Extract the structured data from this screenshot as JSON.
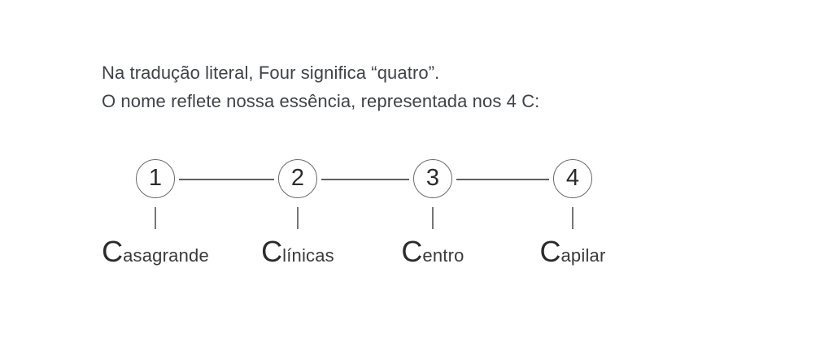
{
  "intro": {
    "line1": "Na tradução literal, Four significa “quatro”.",
    "line2": "O nome reflete nossa essência, representada nos 4 C:"
  },
  "diagram": {
    "nodes": [
      {
        "number": "1",
        "initial": "C",
        "rest": "asagrande"
      },
      {
        "number": "2",
        "initial": "C",
        "rest": "línicas"
      },
      {
        "number": "3",
        "initial": "C",
        "rest": "entro"
      },
      {
        "number": "4",
        "initial": "C",
        "rest": "apilar"
      }
    ]
  },
  "colors": {
    "background": "#ffffff",
    "text": "#3f4347",
    "circle_border": "#6a6a6a",
    "connector_line": "#5f5f5f",
    "number": "#2b2b2b"
  }
}
